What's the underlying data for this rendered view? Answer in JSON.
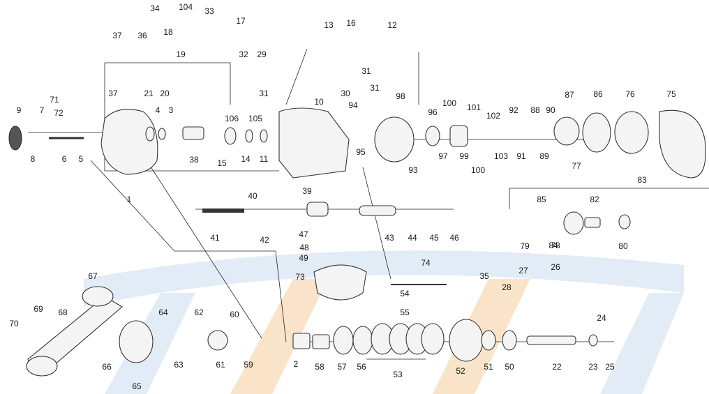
{
  "diagram": {
    "watermark_colors": {
      "blue": "#b9d2ea",
      "orange": "#f7c48a"
    },
    "part_labels": [
      "1",
      "2",
      "3",
      "4",
      "5",
      "6",
      "7",
      "8",
      "9",
      "10",
      "11",
      "12",
      "13",
      "14",
      "15",
      "16",
      "17",
      "18",
      "19",
      "20",
      "21",
      "22",
      "23",
      "24",
      "25",
      "26",
      "27",
      "28",
      "29",
      "30",
      "31",
      "31",
      "31",
      "32",
      "33",
      "34",
      "35",
      "36",
      "37",
      "37",
      "38",
      "39",
      "40",
      "41",
      "42",
      "43",
      "44",
      "45",
      "46",
      "47",
      "48",
      "49",
      "50",
      "51",
      "52",
      "53",
      "54",
      "55",
      "56",
      "57",
      "58",
      "59",
      "60",
      "61",
      "62",
      "63",
      "64",
      "65",
      "66",
      "67",
      "68",
      "69",
      "70",
      "71",
      "72",
      "73",
      "74",
      "75",
      "76",
      "77",
      "78",
      "79",
      "80",
      "82",
      "83",
      "84",
      "85",
      "86",
      "87",
      "88",
      "89",
      "90",
      "91",
      "92",
      "93",
      "94",
      "95",
      "96",
      "97",
      "98",
      "99",
      "100",
      "100",
      "101",
      "102",
      "103",
      "104",
      "105",
      "106"
    ]
  }
}
